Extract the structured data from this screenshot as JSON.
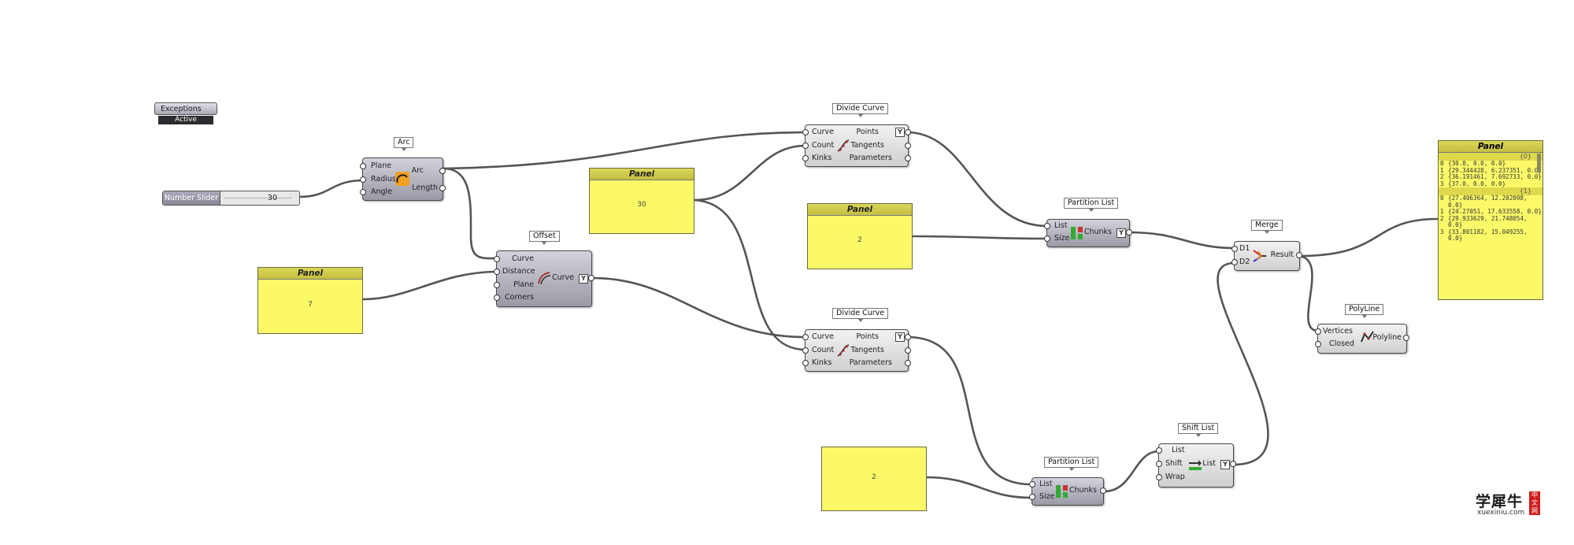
{
  "exceptions": {
    "label": "Exceptions",
    "status": "Active"
  },
  "slider": {
    "label": "Number Slider",
    "value": "30"
  },
  "arc": {
    "tag": "Arc",
    "inputs": [
      "Plane",
      "Radius",
      "Angle"
    ],
    "outputs": [
      "Arc",
      "Length"
    ]
  },
  "offset": {
    "tag": "Offset",
    "inputs": [
      "Curve",
      "Distance",
      "Plane",
      "Corners"
    ],
    "output": "Curve"
  },
  "divide1": {
    "tag": "Divide Curve",
    "inputs": [
      "Curve",
      "Count",
      "Kinks"
    ],
    "outputs": [
      "Points",
      "Tangents",
      "Parameters"
    ]
  },
  "divide2": {
    "tag": "Divide Curve",
    "inputs": [
      "Curve",
      "Count",
      "Kinks"
    ],
    "outputs": [
      "Points",
      "Tangents",
      "Parameters"
    ]
  },
  "panel_a": {
    "title": "Panel",
    "value": "7"
  },
  "panel_b": {
    "title": "Panel",
    "value": "30"
  },
  "panel_c": {
    "title": "Panel",
    "value": "2"
  },
  "panel_d": {
    "value": "2"
  },
  "partition1": {
    "tag": "Partition List",
    "inputs": [
      "List",
      "Size"
    ],
    "output": "Chunks"
  },
  "partition2": {
    "tag": "Partition List",
    "inputs": [
      "List",
      "Size"
    ],
    "output": "Chunks"
  },
  "merge": {
    "tag": "Merge",
    "inputs": [
      "D1",
      "D2"
    ],
    "output": "Result"
  },
  "shift": {
    "tag": "Shift List",
    "inputs": [
      "List",
      "Shift",
      "Wrap"
    ],
    "output": "List"
  },
  "polyline": {
    "tag": "PolyLine",
    "inputs": [
      "Vertices",
      "Closed"
    ],
    "output": "Polyline"
  },
  "result_panel": {
    "title": "Panel",
    "branch0": "{0}",
    "items0": [
      {
        "i": "0",
        "t": "{30.0, 0.0, 0.0}"
      },
      {
        "i": "1",
        "t": "{29.344428, 6.237351, 0.0}"
      },
      {
        "i": "2",
        "t": "{36.191461, 7.692733, 0.0}"
      },
      {
        "i": "3",
        "t": "{37.0, 0.0, 0.0}"
      }
    ],
    "branch1": "{1}",
    "items1": [
      {
        "i": "0",
        "t": "{27.406364, 12.202098, 0.0}"
      },
      {
        "i": "1",
        "t": "{24.27051, 17.633558, 0.0}"
      },
      {
        "i": "2",
        "t": "{29.933629, 21.748054, 0.0}"
      },
      {
        "i": "3",
        "t": "{33.801182, 15.049255, 0.0}"
      }
    ]
  },
  "logo": {
    "cn": "学犀牛",
    "en": "xuexiniu.com",
    "badge": "中文网"
  },
  "flag": "Y"
}
